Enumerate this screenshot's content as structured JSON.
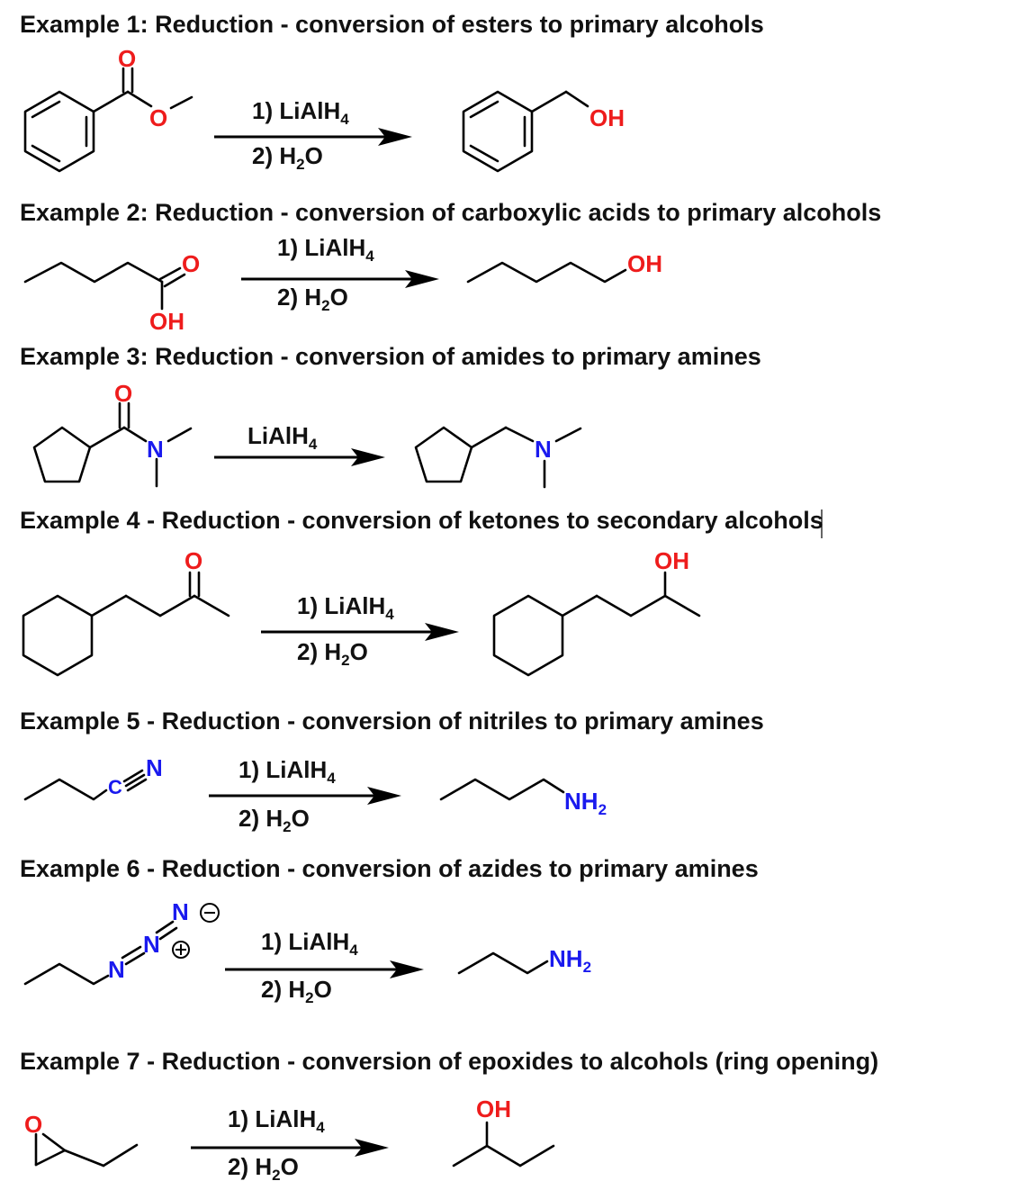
{
  "examples": [
    {
      "heading": "Example 1: Reduction - conversion of esters to primary alcohols",
      "reagent1": "1) LiAlH",
      "reagent2": "2) H",
      "reagent2_tail": "O"
    },
    {
      "heading": "Example 2: Reduction - conversion of carboxylic acids to primary alcohols",
      "reagent1": "1) LiAlH",
      "reagent2": "2) H",
      "reagent2_tail": "O"
    },
    {
      "heading": "Example 3: Reduction - conversion of amides to primary amines",
      "reagent1": "LiAlH"
    },
    {
      "heading": "Example 4 - Reduction - conversion of ketones to secondary alcohols",
      "reagent1": "1) LiAlH",
      "reagent2": "2) H",
      "reagent2_tail": "O"
    },
    {
      "heading": "Example 5 - Reduction - conversion of nitriles to primary amines",
      "reagent1": "1) LiAlH",
      "reagent2": "2) H",
      "reagent2_tail": "O"
    },
    {
      "heading": "Example 6 - Reduction - conversion of azides to primary amines",
      "reagent1": "1) LiAlH",
      "reagent2": "2) H",
      "reagent2_tail": "O"
    },
    {
      "heading": "Example 7 - Reduction - conversion of epoxides to alcohols (ring opening)",
      "reagent1": "1) LiAlH",
      "reagent2": "2) H",
      "reagent2_tail": "O"
    }
  ],
  "subscripts": {
    "four": "4",
    "two": "2"
  },
  "atoms": {
    "O": "O",
    "OH": "OH",
    "N": "N",
    "C": "C",
    "N_triple": "N",
    "NH": "NH"
  },
  "colors": {
    "oxygen": "#ee1c1c",
    "nitrogen": "#1a1aee",
    "bond": "#000000",
    "text": "#111111"
  }
}
